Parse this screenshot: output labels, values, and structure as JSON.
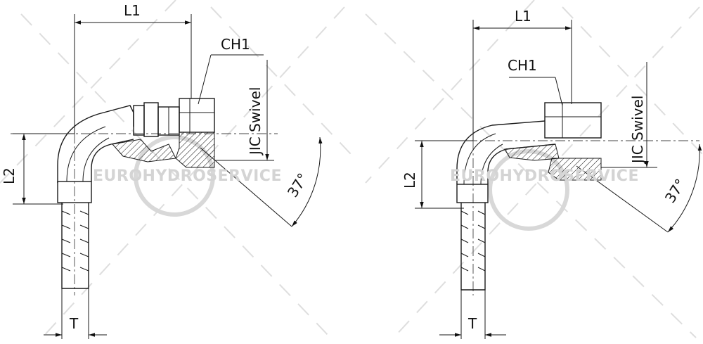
{
  "watermark": {
    "text": "EUROHYDROSERVICE"
  },
  "drawings": [
    {
      "id": "left",
      "labels": {
        "l1": "L1",
        "l2": "L2",
        "ch1": "CH1",
        "swivel": "JIC Swivel",
        "angle": "37°",
        "t": "T"
      }
    },
    {
      "id": "right",
      "labels": {
        "l1": "L1",
        "l2": "L2",
        "ch1": "CH1",
        "swivel": "JIC Swivel",
        "angle": "37°",
        "t": "T"
      }
    }
  ],
  "colors": {
    "line": "#1a1a1a",
    "watermark": "#d4d4d4",
    "background": "#ffffff"
  }
}
